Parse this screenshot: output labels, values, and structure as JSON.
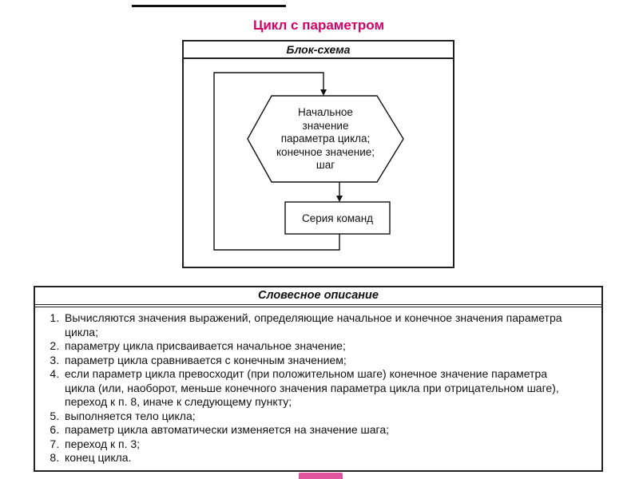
{
  "page": {
    "title": "Цикл с параметром"
  },
  "colors": {
    "title_accent": "#d4006a",
    "footer_mark": "#e0559e",
    "line": "#111111"
  },
  "flowchart_panel": {
    "header": "Блок-схема",
    "hexagon_text": "Начальное\nзначение\nпараметра цикла;\nконечное значение;\nшаг",
    "process_box_label": "Серия команд"
  },
  "description_panel": {
    "header": "Словесное описание",
    "items": [
      "Вычисляются значения выражений, определяющие начальное и конечное значения параметра цикла;",
      "параметру цикла присваивается начальное значение;",
      "параметр цикла сравнивается с конечным значением;",
      "если параметр цикла превосходит (при положительном шаге) конечное значение параметра цикла (или, наоборот, меньше конечного значения параметра цикла при отрицательном шаге), переход к п. 8, иначе к следующему пункту;",
      "выполняется тело цикла;",
      "параметр цикла автоматически изменяется на значение шага;",
      "переход к п. 3;",
      "конец цикла."
    ]
  }
}
